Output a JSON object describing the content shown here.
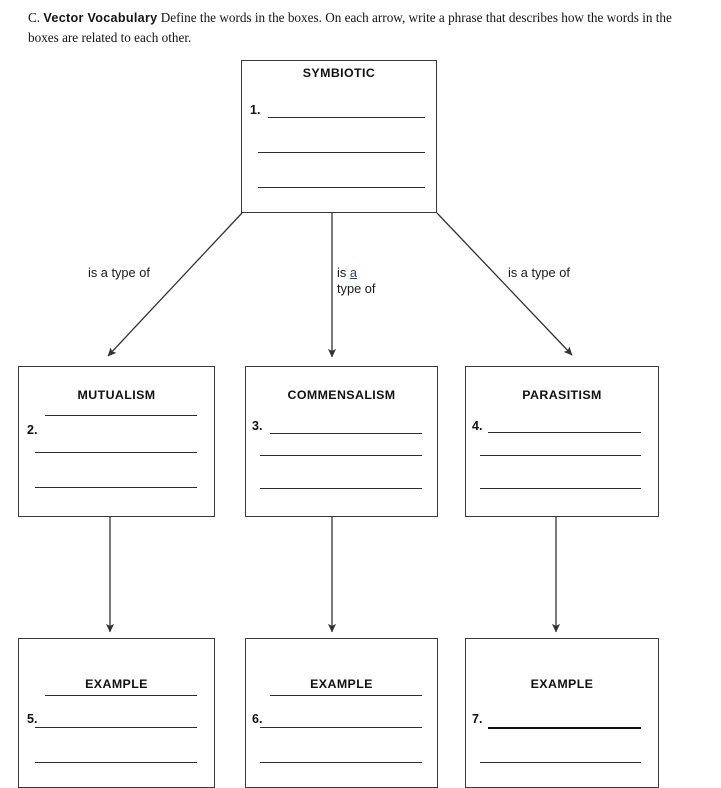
{
  "worksheet": {
    "section_letter": "C.",
    "section_title": "Vector Vocabulary",
    "instructions_line1": "Define the words in the boxes. On each arrow, write a phrase",
    "instructions_line2": "that describes how the words in the boxes are related to each other."
  },
  "diagram": {
    "type": "hierarchy-concept-map",
    "root": {
      "title": "SYMBIOTIC",
      "number": "1."
    },
    "relations": {
      "left": "is a type of",
      "center_part1": "is ",
      "center_link": "a",
      "center_part2": "\ntype of",
      "right": "is a type of"
    },
    "level2": [
      {
        "title": "MUTUALISM",
        "number": "2."
      },
      {
        "title": "COMMENSALISM",
        "number": "3."
      },
      {
        "title": "PARASITISM",
        "number": "4."
      }
    ],
    "level3": [
      {
        "title": "EXAMPLE",
        "number": "5."
      },
      {
        "title": "EXAMPLE",
        "number": "6."
      },
      {
        "title": "EXAMPLE",
        "number": "7."
      }
    ]
  },
  "colors": {
    "ink": "#1a1a1a",
    "box_border": "#3a3a3a",
    "rule": "#2e2e2e",
    "link_accent": "#2b3f8c",
    "page_background": "#ffffff"
  }
}
